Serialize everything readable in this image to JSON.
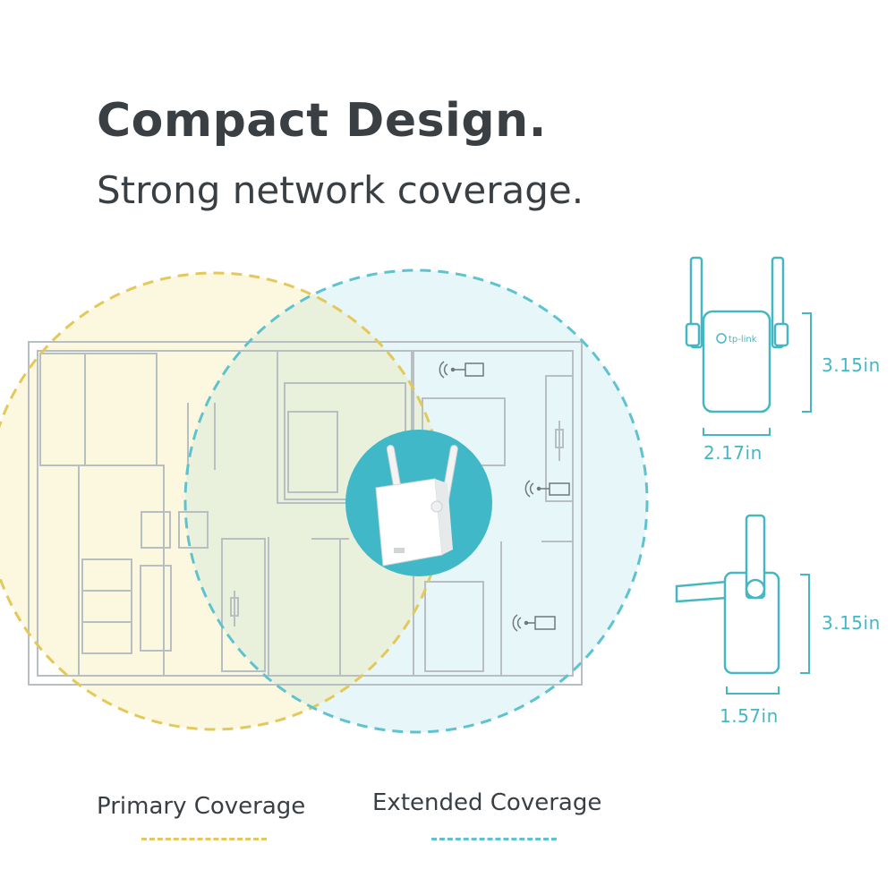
{
  "headline": "Compact Design.",
  "subline": "Strong network coverage.",
  "device": {
    "front_height": "3.15in",
    "front_width": "2.17in",
    "side_height": "3.15in",
    "side_depth": "1.57in",
    "brand": "tp-link"
  },
  "legend": {
    "primary": "Primary Coverage",
    "extended": "Extended Coverage"
  },
  "colors": {
    "primary": "#e3c85a",
    "primary_fill": "#fcf7df",
    "extended": "#5ec3cf",
    "extended_fill": "#e2f4f8",
    "accent": "#45b7c4",
    "floorplan": "#b8bfc3"
  },
  "icons": [
    "wifi-device-icon",
    "wifi-device-icon",
    "wifi-device-icon"
  ]
}
